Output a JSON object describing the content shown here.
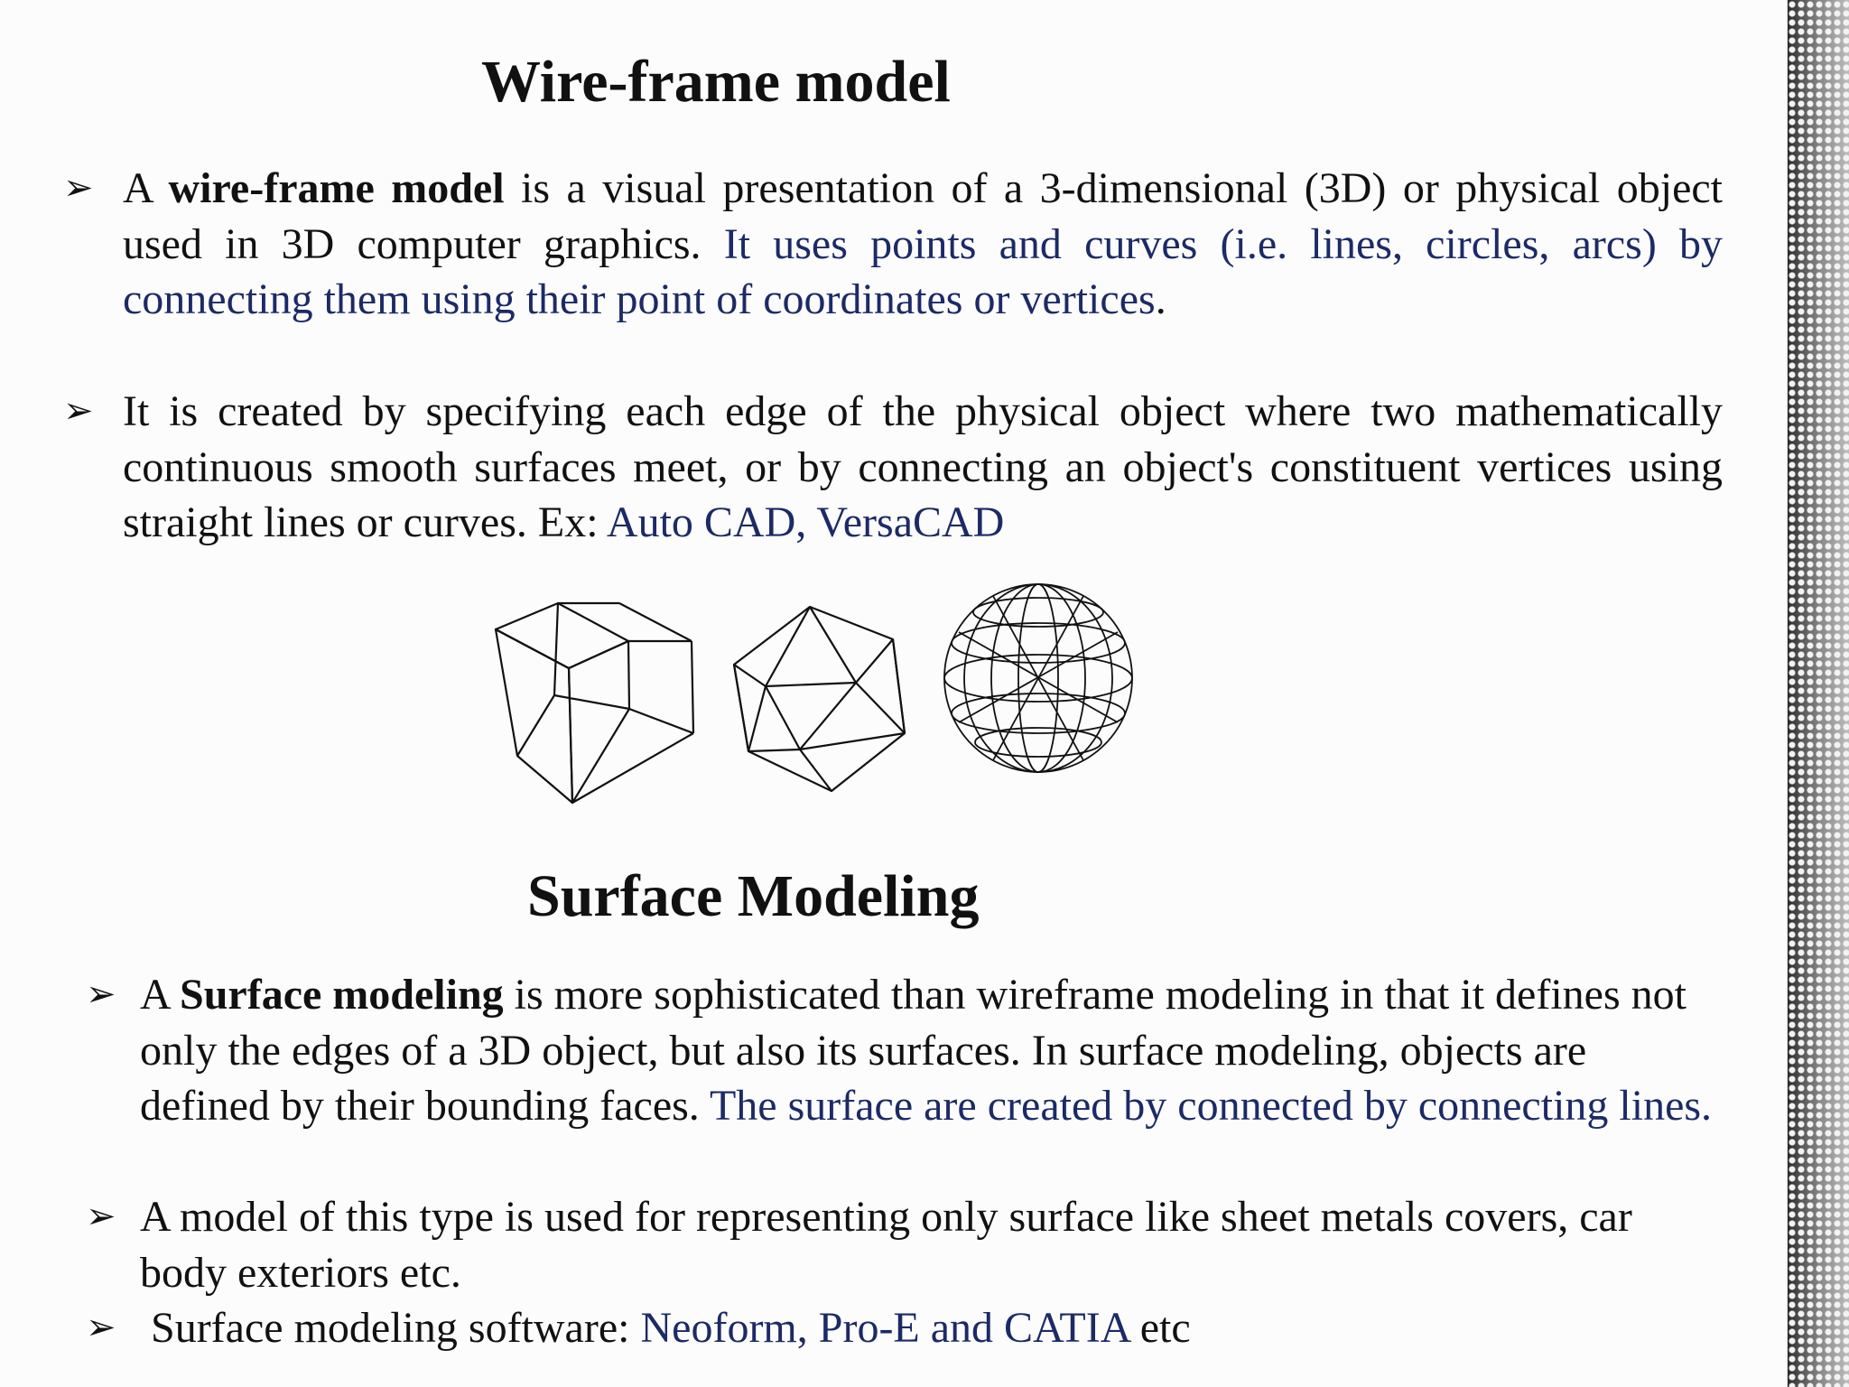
{
  "slide": {
    "section1": {
      "title": "Wire-frame model",
      "bullet1": {
        "pre": "A ",
        "term": "wire-frame model",
        "text": " is a visual presentation of a 3-dimensional (3D) or physical object used in 3D computer graphics. ",
        "highlight": "It uses points and curves (i.e. lines, circles, arcs) by connecting them using their point  of coordinates or vertices",
        "post": "."
      },
      "bullet2": {
        "text": "It is created by specifying each edge of the physical object where two mathematically continuous smooth surfaces meet, or by connecting an object's constituent vertices using straight lines or curves. Ex: ",
        "highlight": "Auto CAD, VersaCAD"
      },
      "figure_icons": [
        "wireframe-cube-icon",
        "wireframe-icosahedron-icon",
        "wireframe-sphere-icon"
      ]
    },
    "section2": {
      "title": "Surface Modeling",
      "bullet1": {
        "pre": "A ",
        "term": "Surface modeling",
        "text": " is more sophisticated than wireframe modeling in that it defines not only the edges of a 3D object, but also its surfaces. In surface modeling, objects are defined by their bounding faces. ",
        "highlight": "The surface are created by connected by connecting lines."
      },
      "bullet2": {
        "text": "A model of this type is used for representing only surface like sheet metals covers, car body exteriors etc."
      },
      "bullet3": {
        "pre": " Surface modeling software: ",
        "highlight": "Neoform, Pro-E and CATIA",
        "post": " etc"
      }
    },
    "bullet_symbol": "➢",
    "colors": {
      "text": "#111111",
      "highlight": "#1c2a66",
      "background": "#fcfcfc"
    }
  }
}
